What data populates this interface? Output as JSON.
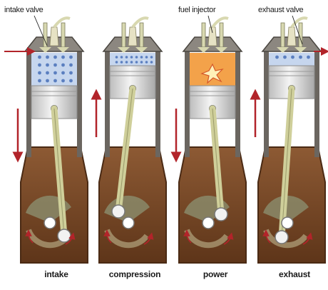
{
  "callouts": {
    "intake_valve": "intake valve",
    "fuel_injector": "fuel injector",
    "exhaust_valve": "exhaust valve"
  },
  "stages": [
    {
      "name": "intake",
      "piston_direction": "down",
      "chamber": "blue-dots"
    },
    {
      "name": "compression",
      "piston_direction": "up",
      "chamber": "blue-dense"
    },
    {
      "name": "power",
      "piston_direction": "down",
      "chamber": "combustion"
    },
    {
      "name": "exhaust",
      "piston_direction": "up",
      "chamber": "blue-dots"
    }
  ],
  "colors": {
    "crankcase": "#7a4a2a",
    "crankcase_edge": "#4a2a14",
    "cylinder_wall": "#6b6660",
    "piston": "#e4e4e4",
    "connecting_rod": "#cfcf9a",
    "chamber_blue": "#c6d6ee",
    "chamber_dot": "#5b7fc0",
    "combustion": "#f3a24a",
    "arrow": "#b2242a",
    "valve": "#d8d8b0",
    "counterweight": "#8a8a6a"
  }
}
